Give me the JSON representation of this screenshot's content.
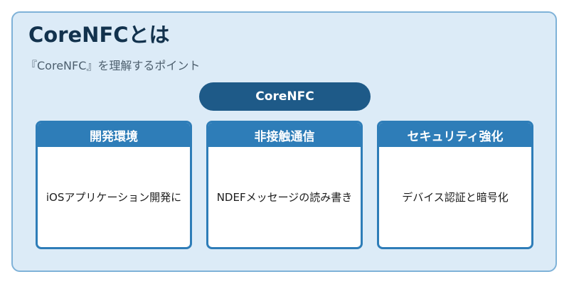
{
  "title": "CoreNFCとは",
  "subtitle": "『CoreNFC』を理解するポイント",
  "center": "CoreNFC",
  "cards": [
    {
      "heading": "開発環境",
      "body": "iOSアプリケーション開発に"
    },
    {
      "heading": "非接触通信",
      "body": "NDEFメッセージの読み書き"
    },
    {
      "heading": "セキュリティ強化",
      "body": "デバイス認証と暗号化"
    }
  ],
  "colors": {
    "background": "#dcebf7",
    "frame_border": "#7fb2d8",
    "center_pill": "#1e5a88",
    "card_header": "#2e7db8",
    "title": "#12324d"
  }
}
